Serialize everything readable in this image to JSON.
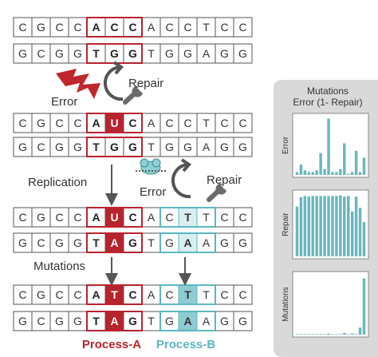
{
  "sequences": {
    "original_top": [
      "C",
      "G",
      "C",
      "C",
      "A",
      "C",
      "C",
      "A",
      "C",
      "C",
      "T",
      "C",
      "C"
    ],
    "original_bottom": [
      "G",
      "C",
      "G",
      "G",
      "T",
      "G",
      "G",
      "T",
      "G",
      "G",
      "A",
      "G",
      "G"
    ],
    "damaged_top": [
      "C",
      "G",
      "C",
      "C",
      "A",
      "U",
      "C",
      "A",
      "C",
      "C",
      "T",
      "C",
      "C"
    ],
    "damaged_bottom": [
      "G",
      "C",
      "G",
      "G",
      "T",
      "G",
      "G",
      "T",
      "G",
      "G",
      "A",
      "G",
      "G"
    ],
    "replicated_top": [
      "C",
      "G",
      "C",
      "C",
      "A",
      "U",
      "C",
      "A",
      "C",
      "T",
      "T",
      "C",
      "C"
    ],
    "replicated_bottom": [
      "G",
      "C",
      "G",
      "G",
      "T",
      "A",
      "G",
      "T",
      "G",
      "A",
      "A",
      "G",
      "G"
    ],
    "mutated_top": [
      "C",
      "G",
      "C",
      "C",
      "A",
      "T",
      "C",
      "A",
      "C",
      "T",
      "T",
      "C",
      "C"
    ],
    "mutated_bottom": [
      "G",
      "C",
      "G",
      "G",
      "T",
      "A",
      "G",
      "T",
      "G",
      "A",
      "A",
      "G",
      "G"
    ]
  },
  "labels": {
    "error_1": "Error",
    "repair_1": "Repair",
    "replication": "Replication",
    "error_2": "Error",
    "repair_2": "Repair",
    "mutations": "Mutations",
    "process_a": "Process-A",
    "process_b": "Process-B"
  },
  "panel": {
    "title_line1": "Mutations",
    "title_line2": "Error (1- Repair)",
    "charts": [
      {
        "ylabel": "Error",
        "values": [
          0.05,
          0.18,
          0.08,
          0.05,
          0.05,
          0.08,
          0.38,
          0.1,
          0.98,
          0.05,
          0.05,
          0.1,
          0.55,
          0.02,
          0.05,
          0.42,
          0.05,
          0.3
        ]
      },
      {
        "ylabel": "Repair",
        "values": [
          0.8,
          0.95,
          0.97,
          0.96,
          0.97,
          0.97,
          0.97,
          0.97,
          0.97,
          0.97,
          0.97,
          0.98,
          0.96,
          0.97,
          0.72,
          0.96,
          0.78,
          0.55
        ]
      },
      {
        "ylabel": "Mutations",
        "values": [
          0.01,
          0.01,
          0.01,
          0.01,
          0.01,
          0.01,
          0.01,
          0.01,
          0.02,
          0.01,
          0.01,
          0.01,
          0.03,
          0.01,
          0.02,
          0.01,
          0.12,
          0.95
        ]
      }
    ]
  },
  "colors": {
    "process_a": "#b8232f",
    "process_b": "#5bb8be",
    "bar": "#6ab7bd",
    "box_border": "#555555",
    "text": "#333333",
    "arrow": "#555555"
  },
  "icons": [
    "lightning-icon",
    "wrench-icon",
    "polymerase-icon",
    "cycle-arrow-icon"
  ]
}
